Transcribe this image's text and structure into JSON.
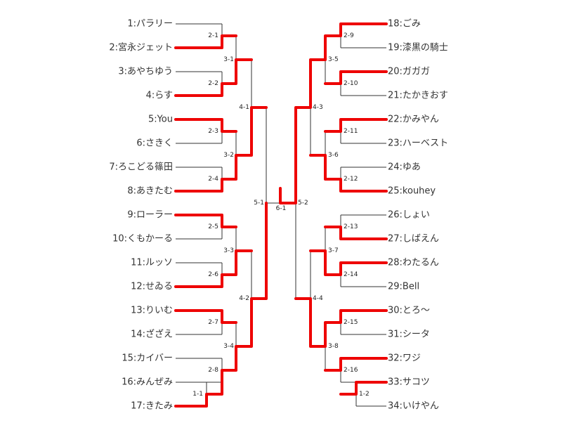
{
  "players": [
    "1:パラリー",
    "2:宮永ジェット",
    "3:あやちゆう",
    "4:らす",
    "5:You",
    "6:さきく",
    "7:ろこどる篠田",
    "8:あきたむ",
    "9:ローラー",
    "10:くもかーる",
    "11:ルッソ",
    "12:せゐる",
    "13:りいむ",
    "14:ざざえ",
    "15:カイバー",
    "16:みんぜみ",
    "17:きたみ",
    "18:ごみ",
    "19:漆黒の騎士",
    "20:ガガガ",
    "21:たかきおす",
    "22:かみやん",
    "23:ハーベスト",
    "24:ゆあ",
    "25:kouhey",
    "26:しょい",
    "27:しばえん",
    "28:わたるん",
    "29:Bell",
    "30:とろ～",
    "31:シータ",
    "32:ワジ",
    "33:サコツ",
    "34:いけやん"
  ],
  "matches": {
    "m11": "1-1",
    "m12": "1-2",
    "m21": "2-1",
    "m22": "2-2",
    "m23": "2-3",
    "m24": "2-4",
    "m25": "2-5",
    "m26": "2-6",
    "m27": "2-7",
    "m28": "2-8",
    "m29": "2-9",
    "m210": "2-10",
    "m211": "2-11",
    "m212": "2-12",
    "m213": "2-13",
    "m214": "2-14",
    "m215": "2-15",
    "m216": "2-16",
    "m31": "3-1",
    "m32": "3-2",
    "m33": "3-3",
    "m34": "3-4",
    "m35": "3-5",
    "m36": "3-6",
    "m37": "3-7",
    "m38": "3-8",
    "m41": "4-1",
    "m42": "4-2",
    "m43": "4-3",
    "m44": "4-4",
    "m51": "5-1",
    "m52": "5-2",
    "m61": "6-1"
  }
}
